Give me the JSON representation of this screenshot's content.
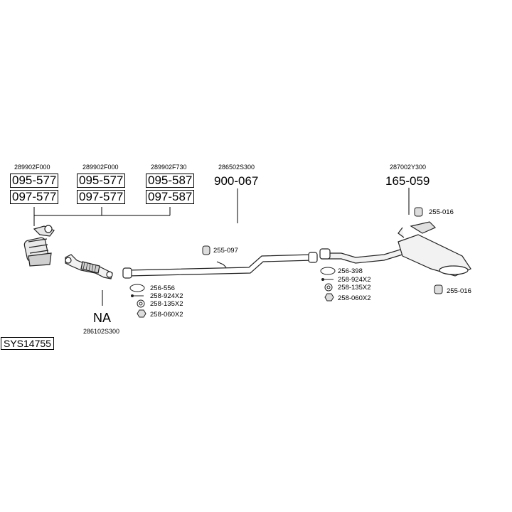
{
  "catalyst_options": [
    {
      "oem": "289902F000",
      "top": "095-577",
      "bottom": "097-577"
    },
    {
      "oem": "289902F000",
      "top": "095-577",
      "bottom": "097-577"
    },
    {
      "oem": "289902F730",
      "top": "095-587",
      "bottom": "097-587"
    }
  ],
  "middle_pipe": {
    "oem": "286502S300",
    "part": "900-067",
    "hanger": "255-097"
  },
  "rear_muffler": {
    "oem": "287002Y300",
    "part": "165-059",
    "hanger_top": "255-016",
    "hanger_bottom": "255-016"
  },
  "front_pipe": {
    "part": "NA",
    "oem": "286102S300"
  },
  "front_fittings": [
    "256-556",
    "258-924X2",
    "258-135X2",
    "258-060X2"
  ],
  "rear_fittings": [
    "256-398",
    "258-924X2",
    "258-135X2",
    "258-060X2"
  ],
  "system_code": "SYS14755"
}
